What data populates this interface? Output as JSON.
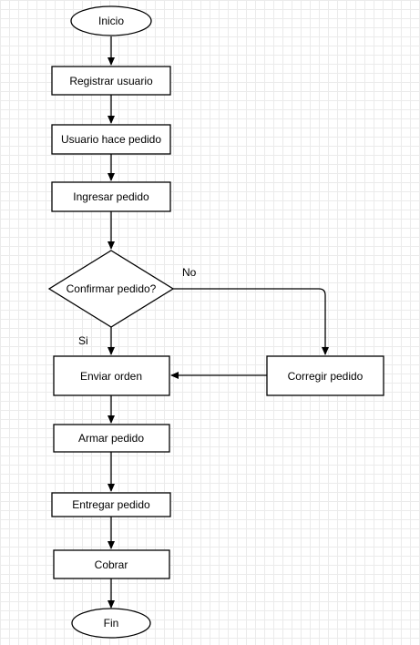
{
  "diagram": {
    "nodes": {
      "inicio": "Inicio",
      "registrar": "Registrar usuario",
      "usuario_pedido": "Usuario hace pedido",
      "ingresar": "Ingresar pedido",
      "confirmar": "Confirmar pedido?",
      "enviar": "Enviar orden",
      "corregir": "Corregir pedido",
      "armar": "Armar pedido",
      "entregar": "Entregar pedido",
      "cobrar": "Cobrar",
      "fin": "Fin"
    },
    "edge_labels": {
      "no": "No",
      "si": "Si"
    }
  }
}
